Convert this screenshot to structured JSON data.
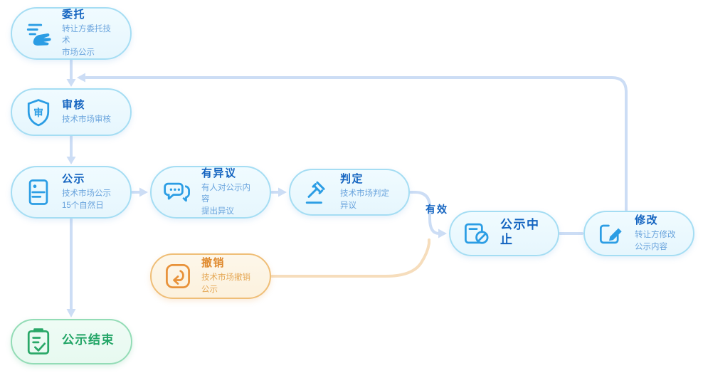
{
  "flow": {
    "nodes": {
      "entrust": {
        "title": "委托",
        "subtitle": "转让方委托技术\n市场公示",
        "icon": "hand-gesture-icon"
      },
      "review": {
        "title": "审核",
        "subtitle": "技术市场审核",
        "icon": "shield-audit-icon",
        "icon_glyph": "审"
      },
      "publicity": {
        "title": "公示",
        "subtitle": "技术市场公示\n15个自然日",
        "icon": "document-card-icon"
      },
      "objection": {
        "title": "有异议",
        "subtitle": "有人对公示内容\n提出异议",
        "icon": "chat-bubbles-icon"
      },
      "judge": {
        "title": "判定",
        "subtitle": "技术市场判定\n异议",
        "icon": "gavel-icon"
      },
      "suspend": {
        "title": "公示中止",
        "subtitle": "",
        "icon": "card-prohibit-icon"
      },
      "modify": {
        "title": "修改",
        "subtitle": "转让方修改\n公示内容",
        "icon": "edit-pencil-icon"
      },
      "revoke": {
        "title": "撤销",
        "subtitle": "技术市场撤销\n公示",
        "icon": "revoke-undo-icon"
      },
      "end": {
        "title": "公示结束",
        "subtitle": "",
        "icon": "clipboard-check-icon"
      }
    },
    "labels": {
      "valid": "有效"
    },
    "colors": {
      "blue_border": "#a5ddf3",
      "blue_bg": "#e9f7fd",
      "blue_title": "#1464c0",
      "blue_subtitle": "#6aa4dd",
      "icon_blue": "#2b9de4",
      "orange_border": "#efbe77",
      "orange_bg": "#fdf4e3",
      "orange_title": "#df892d",
      "icon_orange": "#e8923a",
      "green_border": "#93dcb6",
      "green_bg": "#ebfaf2",
      "green_title": "#22a566",
      "icon_green": "#2aa868",
      "line_blue": "#ccddf5",
      "line_orange": "#f6ddbc"
    }
  }
}
